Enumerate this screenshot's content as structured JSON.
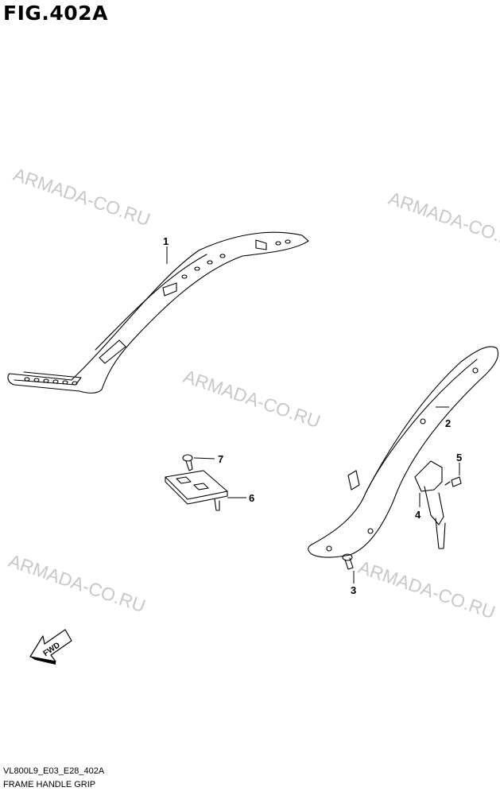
{
  "figure": {
    "title": "FIG.402A"
  },
  "watermark": {
    "text": "ARMADA-CO.RU"
  },
  "parts": [
    {
      "number": "1"
    },
    {
      "number": "2"
    },
    {
      "number": "3"
    },
    {
      "number": "4"
    },
    {
      "number": "5"
    },
    {
      "number": "6"
    },
    {
      "number": "7"
    }
  ],
  "direction_arrow": {
    "label": "FWD"
  },
  "footer": {
    "code": "VL800L9_E03_E28_402A",
    "caption": "FRAME HANDLE GRIP"
  }
}
